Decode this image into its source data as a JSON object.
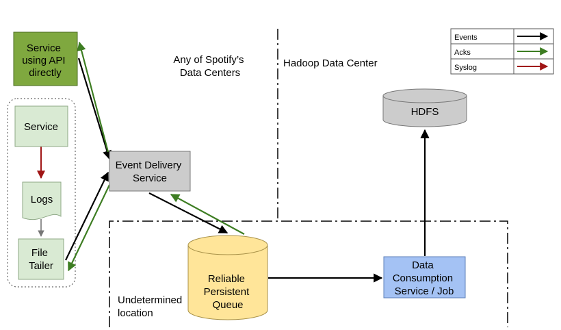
{
  "nodes": {
    "service_api": {
      "lines": [
        "Service",
        "using API",
        "directly"
      ]
    },
    "service": {
      "lines": [
        "Service"
      ]
    },
    "logs": {
      "lines": [
        "Logs"
      ]
    },
    "file_tailer": {
      "lines": [
        "File",
        "Tailer"
      ]
    },
    "event_delivery": {
      "lines": [
        "Event Delivery",
        "Service"
      ]
    },
    "queue": {
      "lines": [
        "Reliable",
        "Persistent",
        "Queue"
      ]
    },
    "data_consumption": {
      "lines": [
        "Data",
        "Consumption",
        "Service / Job"
      ]
    },
    "hdfs": {
      "lines": [
        "HDFS"
      ]
    }
  },
  "regions": {
    "spotify": {
      "lines": [
        "Any of Spotify’s",
        "Data Centers"
      ]
    },
    "hadoop": {
      "lines": [
        "Hadoop Data Center"
      ]
    },
    "undetermined": {
      "lines": [
        "Undetermined",
        "location"
      ]
    }
  },
  "legend": {
    "items": [
      {
        "label": "Events",
        "color": "#000000"
      },
      {
        "label": "Acks",
        "color": "#3d7d22"
      },
      {
        "label": "Syslog",
        "color": "#a01515"
      }
    ]
  },
  "colors": {
    "green_box": "#7fa83f",
    "light_green_box": "#d9ead3",
    "gray_box": "#cccccc",
    "blue_box": "#a4c2f4",
    "yellow_cylinder": "#ffe599"
  }
}
